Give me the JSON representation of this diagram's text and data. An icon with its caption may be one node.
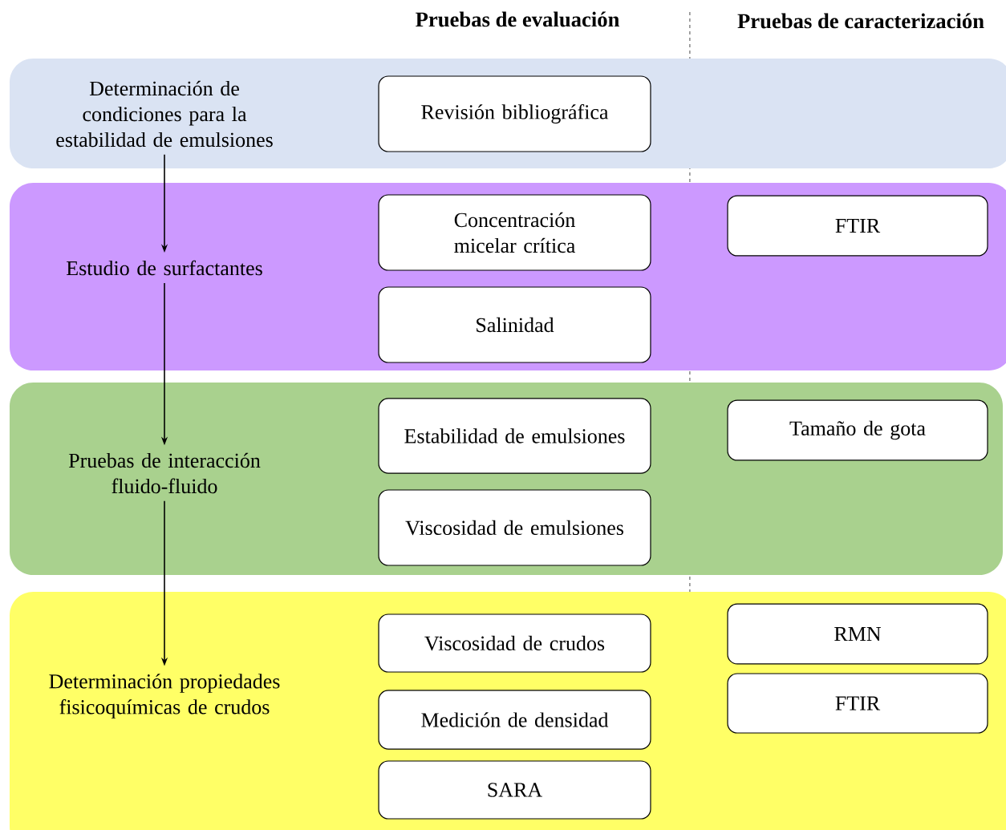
{
  "diagram": {
    "nodes": [
      {
        "text": [],
        "shape": "box"
      },
      {
        "text": [
          "Determinación de condiciones para la estabilidad de emulsiones"
        ],
        "in": 0
      },
      {
        "text": [
          "Revisión bibliográfica"
        ],
        "in": 0
      },
      {
        "text": [],
        "shape": "box"
      },
      {
        "text": [
          "Estudio de surfactantes"
        ],
        "in": 3
      },
      {
        "text": [
          "Concentración micelar crítica"
        ],
        "in": 3
      },
      {
        "text": [
          "Salinidad"
        ],
        "in": 3
      },
      {
        "text": [
          "FTIR"
        ],
        "in": 3
      },
      {
        "text": [],
        "shape": "box"
      },
      {
        "text": [
          "Pruebas de interacción fluido-fluido"
        ],
        "in": 8
      },
      {
        "text": [
          "Estabilidad de emulsiones"
        ],
        "in": 8
      },
      {
        "text": [
          "Viscosidad de emulsiones"
        ],
        "in": 8
      },
      {
        "text": [
          "Tamaño de gota"
        ],
        "in": 8
      },
      {
        "text": [],
        "shape": "box"
      },
      {
        "text": [
          "Determinación propiedades fisicoquímicas de crudos"
        ],
        "in": 13
      },
      {
        "text": [
          "Viscosidad de crudos"
        ],
        "in": 13
      },
      {
        "text": [
          "Medición de densidad"
        ],
        "in": 13
      },
      {
        "text": [
          "SARA"
        ],
        "in": 13
      },
      {
        "text": [
          "RMN"
        ],
        "in": 13
      },
      {
        "text": [
          "FTIR"
        ],
        "in": 13
      }
    ],
    "edges": [
      {
        "from": 1,
        "to": 4,
        "arrow": "to"
      },
      {
        "from": 4,
        "to": 9,
        "arrow": "to"
      },
      {
        "from": 9,
        "to": 14,
        "arrow": "to"
      }
    ],
    "labels": [
      "Pruebas de evaluación",
      "Pruebas de caracterización"
    ]
  }
}
